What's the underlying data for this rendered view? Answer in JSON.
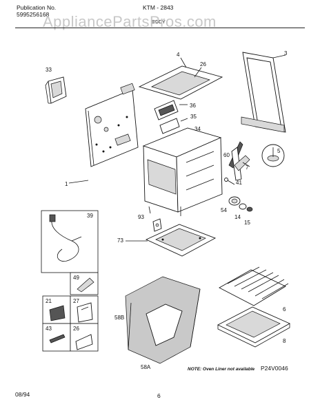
{
  "header": {
    "publication_label": "Publication No.",
    "publication_number": "5995256168",
    "model": "KTM - 2843",
    "section": "BODY",
    "watermark": "AppliancePartsPros.com"
  },
  "footer": {
    "date": "08/94",
    "page": "6"
  },
  "diagram": {
    "note": "NOTE: Oven Liner not available",
    "figure_code": "P24V0046",
    "callouts": [
      "1",
      "3",
      "4",
      "5",
      "6",
      "7",
      "8",
      "14",
      "15",
      "21",
      "26",
      "27",
      "33",
      "34",
      "35",
      "36",
      "39",
      "41",
      "43",
      "49",
      "54",
      "58A",
      "58B",
      "60",
      "73",
      "93"
    ]
  }
}
